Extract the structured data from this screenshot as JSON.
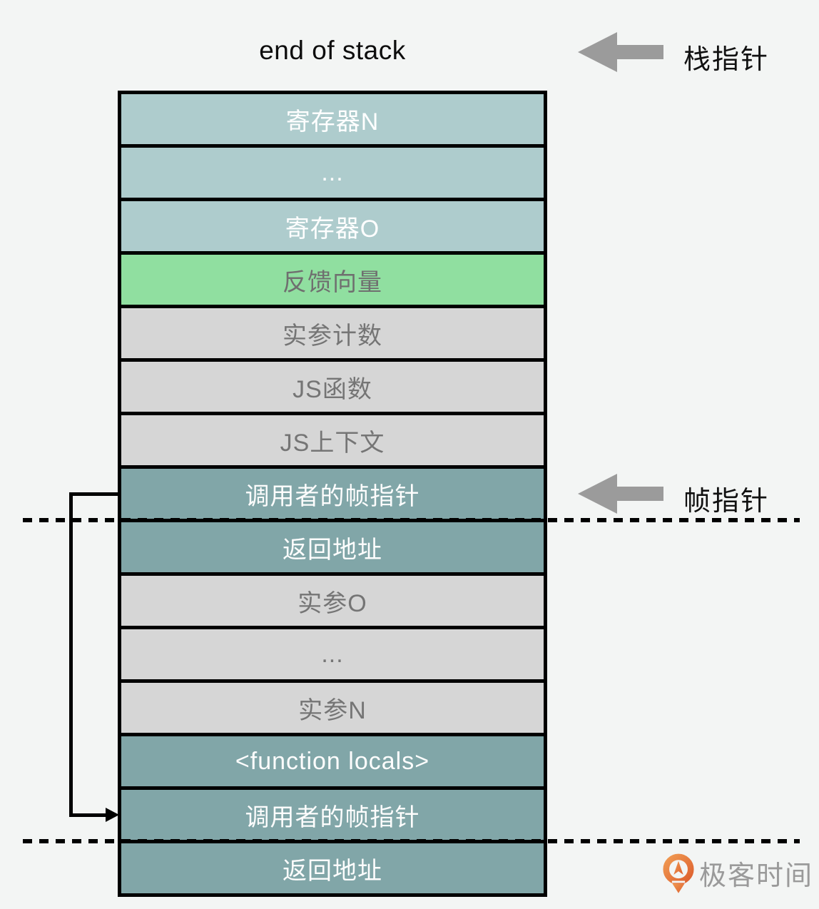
{
  "header": {
    "title": "end of stack"
  },
  "annotations": {
    "stack_pointer_label": "栈指针",
    "frame_pointer_label": "帧指针"
  },
  "stack": {
    "rows": [
      {
        "label": "寄存器N",
        "type": "type-light-teal"
      },
      {
        "label": "...",
        "type": "type-light-teal"
      },
      {
        "label": "寄存器O",
        "type": "type-light-teal"
      },
      {
        "label": "反馈向量",
        "type": "type-green"
      },
      {
        "label": "实参计数",
        "type": "type-gray"
      },
      {
        "label": "JS函数",
        "type": "type-gray"
      },
      {
        "label": "JS上下文",
        "type": "type-gray"
      },
      {
        "label": "调用者的帧指针",
        "type": "type-dark-teal"
      },
      {
        "label": "返回地址",
        "type": "type-dark-teal"
      },
      {
        "label": "实参O",
        "type": "type-gray"
      },
      {
        "label": "...",
        "type": "type-gray"
      },
      {
        "label": "实参N",
        "type": "type-gray"
      },
      {
        "label": "<function locals>",
        "type": "type-dark-teal"
      },
      {
        "label": "调用者的帧指针",
        "type": "type-dark-teal"
      },
      {
        "label": "返回地址",
        "type": "type-dark-teal"
      }
    ]
  },
  "logo": {
    "text": "极客时间"
  },
  "colors": {
    "background": "#f3f5f4",
    "light_teal": "#aecccd",
    "green": "#90dfa0",
    "gray": "#d6d6d6",
    "dark_teal": "#81a6a8",
    "arrow_gray": "#9b9b9b",
    "line_black": "#000000",
    "muted_text": "#757575",
    "logo_orange": "#e8743c",
    "logo_text_gray": "#9a9a9a"
  }
}
